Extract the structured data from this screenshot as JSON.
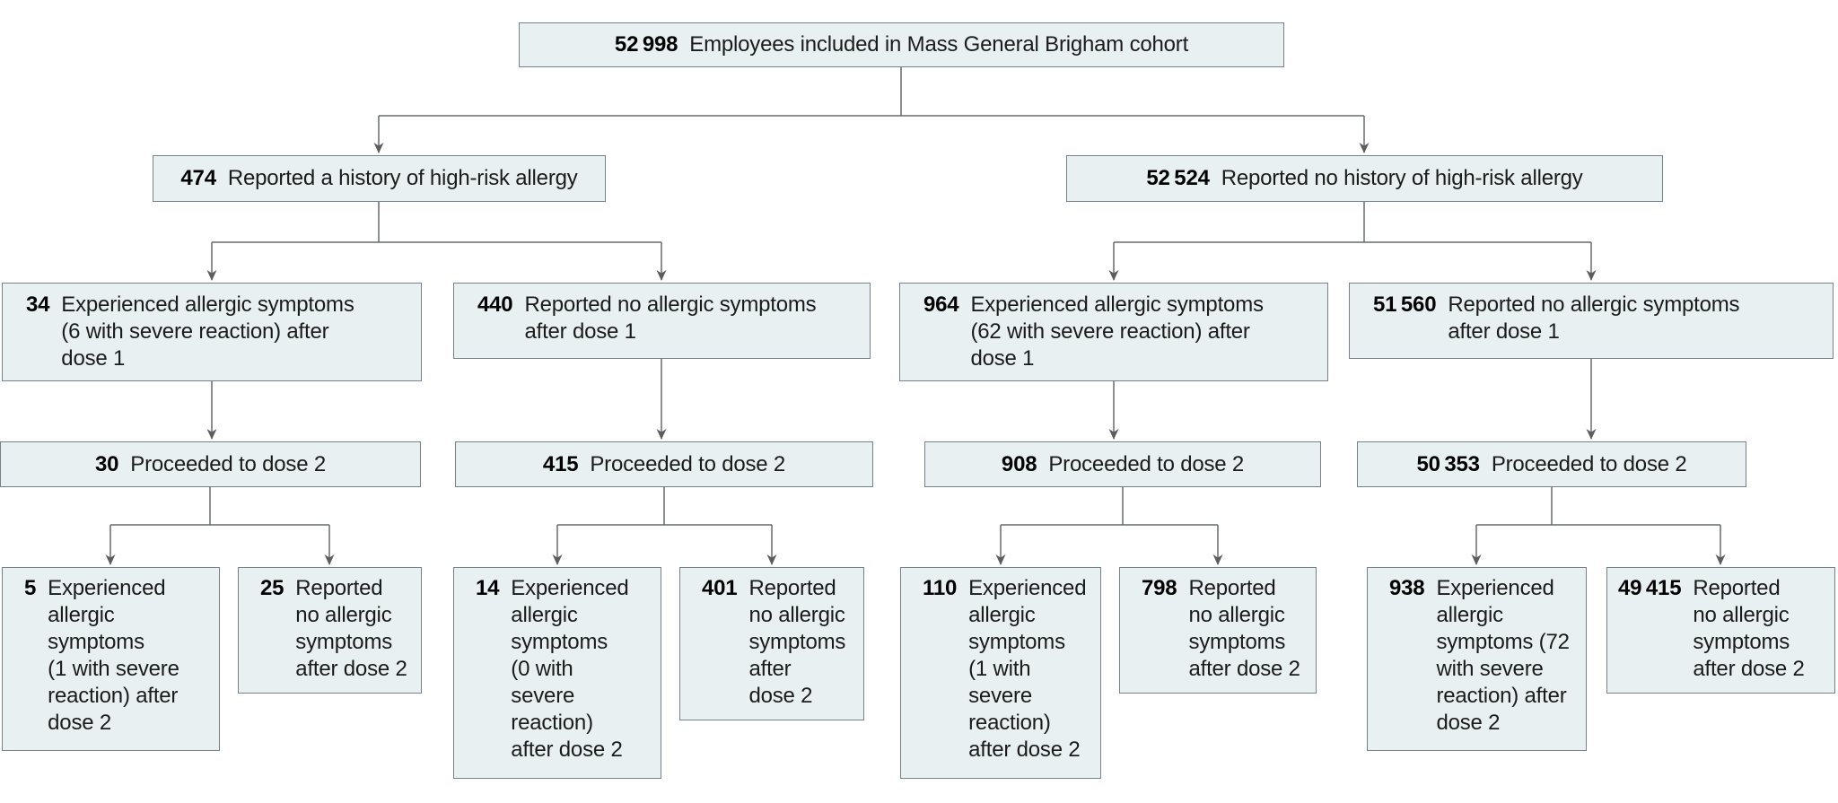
{
  "figure": {
    "background_color": "#ffffff",
    "box_fill_color": "#e8f0f2",
    "box_border_color": "#74828a",
    "connector_color": "#666a6b",
    "arrowhead_color": "#5d5d5d",
    "text_color": "#1b1b1b"
  },
  "nodes": {
    "cohort": {
      "number": "52 998",
      "label": "Employees included in Mass General Brigham cohort"
    },
    "allergy_history": {
      "number": "474",
      "label": "Reported a history of high-risk allergy"
    },
    "no_allergy_history": {
      "number": "52 524",
      "label": "Reported no history of high-risk allergy"
    },
    "d1_sx_hr": {
      "number": "34",
      "label": "Experienced allergic symptoms\n(6 with severe reaction) after\ndose 1"
    },
    "d1_nosx_hr": {
      "number": "440",
      "label": "Reported no allergic symptoms\nafter dose 1"
    },
    "d1_sx_nhr": {
      "number": "964",
      "label": "Experienced allergic symptoms\n(62 with severe reaction) after\ndose 1"
    },
    "d1_nosx_nhr": {
      "number": "51 560",
      "label": "Reported no allergic symptoms\nafter dose 1"
    },
    "d2_proceed_a": {
      "number": "30",
      "label": "Proceeded to dose 2"
    },
    "d2_proceed_b": {
      "number": "415",
      "label": "Proceeded to dose 2"
    },
    "d2_proceed_c": {
      "number": "908",
      "label": "Proceeded to dose 2"
    },
    "d2_proceed_d": {
      "number": "50 353",
      "label": "Proceeded to dose 2"
    },
    "d2_sx_a": {
      "number": "5",
      "label": "Experienced\nallergic\nsymptoms\n(1 with severe\nreaction) after\ndose 2"
    },
    "d2_nosx_a": {
      "number": "25",
      "label": "Reported\nno allergic\nsymptoms\nafter dose 2"
    },
    "d2_sx_b": {
      "number": "14",
      "label": "Experienced\nallergic\nsymptoms\n(0 with\nsevere\nreaction)\nafter dose 2"
    },
    "d2_nosx_b": {
      "number": "401",
      "label": "Reported\nno allergic\nsymptoms\nafter\ndose 2"
    },
    "d2_sx_c": {
      "number": "110",
      "label": "Experienced\nallergic\nsymptoms\n(1 with\nsevere\nreaction)\nafter dose 2"
    },
    "d2_nosx_c": {
      "number": "798",
      "label": "Reported\nno allergic\nsymptoms\nafter dose 2"
    },
    "d2_sx_d": {
      "number": "938",
      "label": "Experienced\nallergic\nsymptoms (72\nwith severe\nreaction) after\ndose 2"
    },
    "d2_nosx_d": {
      "number": "49 415",
      "label": "Reported\nno allergic\nsymptoms\nafter dose 2"
    }
  },
  "edges": [
    {
      "from": "cohort",
      "to": "allergy_history"
    },
    {
      "from": "cohort",
      "to": "no_allergy_history"
    },
    {
      "from": "allergy_history",
      "to": "d1_sx_hr"
    },
    {
      "from": "allergy_history",
      "to": "d1_nosx_hr"
    },
    {
      "from": "no_allergy_history",
      "to": "d1_sx_nhr"
    },
    {
      "from": "no_allergy_history",
      "to": "d1_nosx_nhr"
    },
    {
      "from": "d1_sx_hr",
      "to": "d2_proceed_a"
    },
    {
      "from": "d1_nosx_hr",
      "to": "d2_proceed_b"
    },
    {
      "from": "d1_sx_nhr",
      "to": "d2_proceed_c"
    },
    {
      "from": "d1_nosx_nhr",
      "to": "d2_proceed_d"
    },
    {
      "from": "d2_proceed_a",
      "to": "d2_sx_a"
    },
    {
      "from": "d2_proceed_a",
      "to": "d2_nosx_a"
    },
    {
      "from": "d2_proceed_b",
      "to": "d2_sx_b"
    },
    {
      "from": "d2_proceed_b",
      "to": "d2_nosx_b"
    },
    {
      "from": "d2_proceed_c",
      "to": "d2_sx_c"
    },
    {
      "from": "d2_proceed_c",
      "to": "d2_nosx_c"
    },
    {
      "from": "d2_proceed_d",
      "to": "d2_sx_d"
    },
    {
      "from": "d2_proceed_d",
      "to": "d2_nosx_d"
    }
  ]
}
